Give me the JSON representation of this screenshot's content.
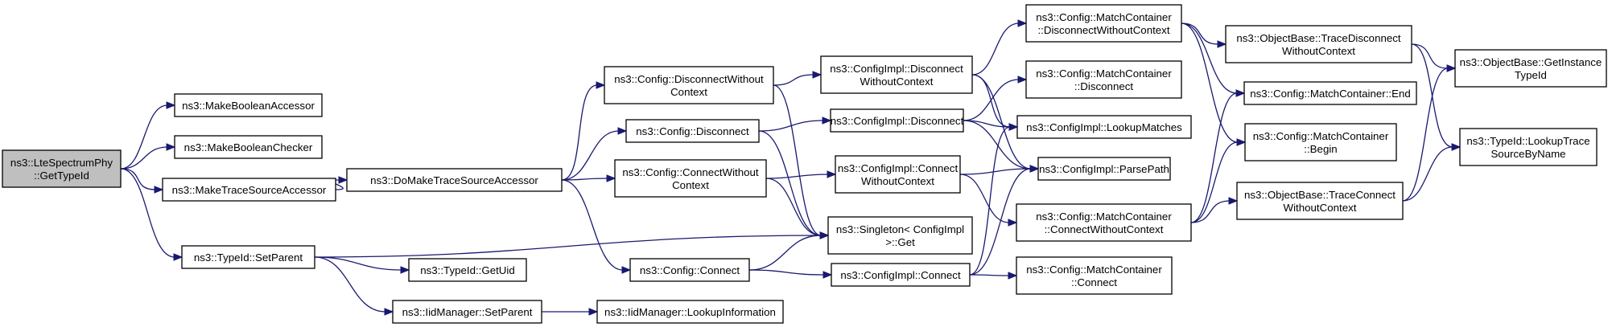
{
  "diagram": {
    "type": "call-graph",
    "nodes": [
      {
        "id": "root",
        "lines": [
          "ns3::LteSpectrumPhy",
          "::GetTypeId"
        ],
        "highlight": true
      },
      {
        "id": "mba",
        "lines": [
          "ns3::MakeBooleanAccessor"
        ]
      },
      {
        "id": "mbc",
        "lines": [
          "ns3::MakeBooleanChecker"
        ]
      },
      {
        "id": "mtsa",
        "lines": [
          "ns3::MakeTraceSourceAccessor"
        ]
      },
      {
        "id": "tsp",
        "lines": [
          "ns3::TypeId::SetParent"
        ]
      },
      {
        "id": "dmtsa",
        "lines": [
          "ns3::DoMakeTraceSourceAccessor"
        ]
      },
      {
        "id": "cdwc",
        "lines": [
          "ns3::Config::DisconnectWithout",
          "Context"
        ]
      },
      {
        "id": "cd",
        "lines": [
          "ns3::Config::Disconnect"
        ]
      },
      {
        "id": "ccwc",
        "lines": [
          "ns3::Config::ConnectWithout",
          "Context"
        ]
      },
      {
        "id": "cc",
        "lines": [
          "ns3::Config::Connect"
        ]
      },
      {
        "id": "gu",
        "lines": [
          "ns3::TypeId::GetUid"
        ]
      },
      {
        "id": "imsp",
        "lines": [
          "ns3::IidManager::SetParent"
        ]
      },
      {
        "id": "imli",
        "lines": [
          "ns3::IidManager::LookupInformation"
        ]
      },
      {
        "id": "cidwc",
        "lines": [
          "ns3::ConfigImpl::Disconnect",
          "WithoutContext"
        ]
      },
      {
        "id": "cid",
        "lines": [
          "ns3::ConfigImpl::Disconnect"
        ]
      },
      {
        "id": "cicwc",
        "lines": [
          "ns3::ConfigImpl::Connect",
          "WithoutContext"
        ]
      },
      {
        "id": "sg",
        "lines": [
          "ns3::Singleton< ConfigImpl",
          " >::Get"
        ]
      },
      {
        "id": "cic",
        "lines": [
          "ns3::ConfigImpl::Connect"
        ]
      },
      {
        "id": "cmcdwc",
        "lines": [
          "ns3::Config::MatchContainer",
          "::DisconnectWithoutContext"
        ]
      },
      {
        "id": "cmcd",
        "lines": [
          "ns3::Config::MatchContainer",
          "::Disconnect"
        ]
      },
      {
        "id": "cilm",
        "lines": [
          "ns3::ConfigImpl::LookupMatches"
        ]
      },
      {
        "id": "cipp",
        "lines": [
          "ns3::ConfigImpl::ParsePath"
        ]
      },
      {
        "id": "cmccwc",
        "lines": [
          "ns3::Config::MatchContainer",
          "::ConnectWithoutContext"
        ]
      },
      {
        "id": "cmcc",
        "lines": [
          "ns3::Config::MatchContainer",
          "::Connect"
        ]
      },
      {
        "id": "obtdwc",
        "lines": [
          "ns3::ObjectBase::TraceDisconnect",
          "WithoutContext"
        ]
      },
      {
        "id": "cmce",
        "lines": [
          "ns3::Config::MatchContainer::End"
        ]
      },
      {
        "id": "cmcb",
        "lines": [
          "ns3::Config::MatchContainer",
          "::Begin"
        ]
      },
      {
        "id": "obtcwc",
        "lines": [
          "ns3::ObjectBase::TraceConnect",
          "WithoutContext"
        ]
      },
      {
        "id": "obgit",
        "lines": [
          "ns3::ObjectBase::GetInstance",
          "TypeId"
        ]
      },
      {
        "id": "tlts",
        "lines": [
          "ns3::TypeId::LookupTrace",
          "SourceByName"
        ]
      }
    ],
    "edges": [
      [
        "root",
        "mba"
      ],
      [
        "root",
        "mbc"
      ],
      [
        "root",
        "mtsa"
      ],
      [
        "root",
        "tsp"
      ],
      [
        "mtsa",
        "dmtsa"
      ],
      [
        "tsp",
        "sg"
      ],
      [
        "tsp",
        "gu"
      ],
      [
        "tsp",
        "imsp"
      ],
      [
        "imsp",
        "imli"
      ],
      [
        "dmtsa",
        "cdwc"
      ],
      [
        "dmtsa",
        "cd"
      ],
      [
        "dmtsa",
        "ccwc"
      ],
      [
        "dmtsa",
        "cc"
      ],
      [
        "cdwc",
        "cidwc"
      ],
      [
        "cdwc",
        "sg"
      ],
      [
        "cd",
        "cid"
      ],
      [
        "cd",
        "sg"
      ],
      [
        "ccwc",
        "cicwc"
      ],
      [
        "ccwc",
        "sg"
      ],
      [
        "cc",
        "sg"
      ],
      [
        "cc",
        "cic"
      ],
      [
        "cidwc",
        "cmcdwc"
      ],
      [
        "cidwc",
        "cilm"
      ],
      [
        "cidwc",
        "cipp"
      ],
      [
        "cid",
        "cmcd"
      ],
      [
        "cid",
        "cilm"
      ],
      [
        "cid",
        "cipp"
      ],
      [
        "cicwc",
        "cipp"
      ],
      [
        "cicwc",
        "cmccwc"
      ],
      [
        "cic",
        "cilm"
      ],
      [
        "cic",
        "cipp"
      ],
      [
        "cic",
        "cmcc"
      ],
      [
        "cmcdwc",
        "obtdwc"
      ],
      [
        "cmcdwc",
        "cmce"
      ],
      [
        "cmcdwc",
        "cmcb"
      ],
      [
        "cmccwc",
        "cmce"
      ],
      [
        "cmccwc",
        "cmcb"
      ],
      [
        "cmccwc",
        "obtcwc"
      ],
      [
        "obtdwc",
        "obgit"
      ],
      [
        "obtdwc",
        "tlts"
      ],
      [
        "obtcwc",
        "obgit"
      ],
      [
        "obtcwc",
        "tlts"
      ]
    ]
  }
}
